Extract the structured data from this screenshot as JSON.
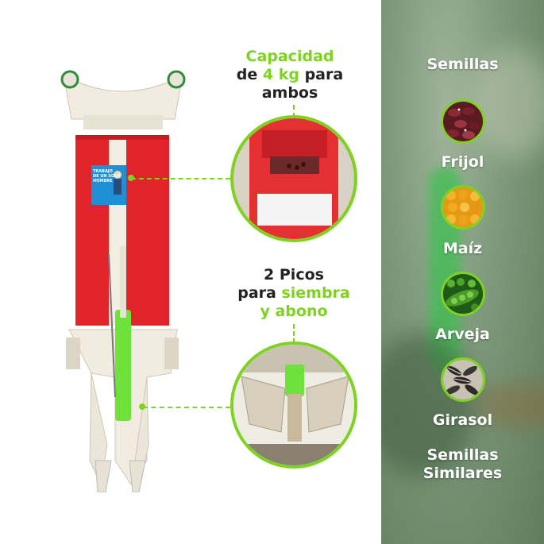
{
  "callout_top": {
    "line1": "Capacidad",
    "line2_a": "de ",
    "line2_b": "4 kg",
    "line2_c": " para",
    "line3": "ambos"
  },
  "callout_bottom": {
    "line1": "2 Picos",
    "line2_a": "para ",
    "line2_b": "siembra",
    "line3": "y abono"
  },
  "label_sticker": {
    "line1": "TRABAJO",
    "line2": "DE UN SOLO",
    "line3": "HOMBRE"
  },
  "seeds_panel": {
    "title": "Semillas",
    "items": [
      {
        "name": "Frijol",
        "icon": "beans-icon"
      },
      {
        "name": "Maíz",
        "icon": "corn-icon"
      },
      {
        "name": "Arveja",
        "icon": "peas-icon"
      },
      {
        "name": "Girasol",
        "icon": "sunflower-seeds-icon"
      }
    ],
    "footer_line1": "Semillas",
    "footer_line2": "Similares"
  },
  "colors": {
    "accent": "#7ed321",
    "machine_red": "#e0242a",
    "machine_cream": "#f2ece0"
  }
}
